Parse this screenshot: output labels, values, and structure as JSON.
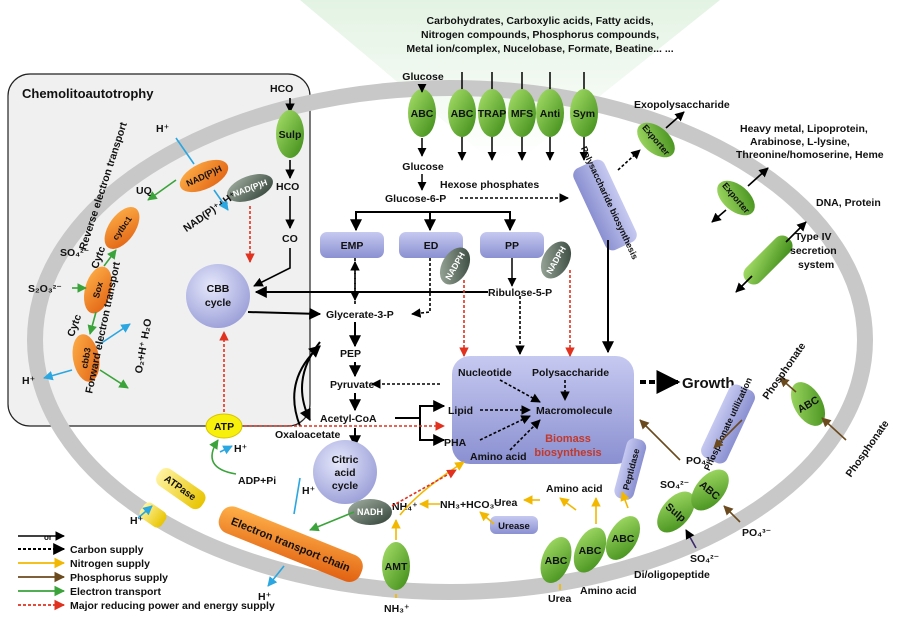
{
  "cell": {
    "chemolitho_title": "Chemolitoautotrophy",
    "substrates_line1": "Carbohydrates, Carboxylic acids, Fatty acids,",
    "substrates_line2": "Nitrogen compounds, Phosphorus compounds,",
    "substrates_line3": "Metal ion/complex, Nucelobase, Formate, Beatine... ..."
  },
  "transporters_top": [
    "ABC",
    "ABC",
    "TRAP",
    "MFS",
    "Anti",
    "Sym"
  ],
  "metabolites": {
    "glucose_out": "Glucose",
    "glucose_in": "Glucose",
    "hexose_p": "Hexose phosphates",
    "glucose6p": "Glucose-6-P",
    "emp": "EMP",
    "ed": "ED",
    "pp": "PP",
    "nadph": "NADPH",
    "ribulose": "Ribulose-5-P",
    "glycerate": "Glycerate-3-P",
    "pep": "PEP",
    "pyruvate": "Pyruvate",
    "acetylcoa": "Acetyl-CoA",
    "oxaloacetate": "Oxaloacetate",
    "citric1": "Citric",
    "citric2": "acid",
    "citric3": "cycle",
    "cbb1": "CBB",
    "cbb2": "cycle",
    "hco3": "HCO",
    "co2": "CO",
    "sulp": "Sulp",
    "nadph_ox": "NAD(P)H",
    "nadp_plus": "NAD(P)⁺+H⁺",
    "uq": "UQ",
    "cytbc1": "cytbc1",
    "sox": "Sox",
    "cytc": "Cytc",
    "cbb3": "cbb3",
    "so4": "SO₄²⁻",
    "s2o3": "S₂O₃²⁻",
    "o2h2o": "O₂+H⁺ H₂O",
    "hplus": "H⁺",
    "rev_et": "Reverse electron transport",
    "fwd_et": "Forward electron transport",
    "atp": "ATP",
    "adp": "ADP+Pi",
    "atpase": "ATPase",
    "etc": "Electron transport chain",
    "nadh": "NADH",
    "nh4": "NH₄⁺",
    "nh3hco3": "NH₃+HCO₃⁻",
    "urea": "Urea",
    "urease": "Urease",
    "amt": "AMT",
    "nh3": "NH₃⁺",
    "nucleotide": "Nucleotide",
    "polysacch": "Polysaccharide",
    "lipid": "Lipid",
    "macromolecule": "Macromolecule",
    "pha": "PHA",
    "aminoacid": "Amino acid",
    "biomass1": "Biomass",
    "biomass2": "biosynthesis",
    "growth": "Growth",
    "polysacch_bio": "Polysaccharide biosynthesis",
    "exopoly": "Exopolysaccharide",
    "exporter": "Exporter",
    "heavy1": "Heavy metal, Lipoprotein,",
    "heavy2": "Arabinose, L-lysine,",
    "heavy3": "Threonine/homoserine, Heme",
    "dna": "DNA, Protein",
    "t4ss1": "Type IV",
    "t4ss2": "secretion",
    "t4ss3": "system",
    "phosphonate": "Phosphonate",
    "phosphonate_util": "Phosphonate utilization",
    "po4": "PO₄³⁻",
    "so4b": "SO₄²⁻",
    "peptidase": "Peptidase",
    "abc": "ABC",
    "amino_acid_lbl": "Amino acid",
    "dioligo": "Di/oligopeptide",
    "urea_bottom": "Urea"
  },
  "legend": {
    "or": "or",
    "carbon": "Carbon supply",
    "nitrogen": "Nitrogen supply",
    "phosphorus": "Phosphorus supply",
    "electron": "Electron transport",
    "reducing": "Major reducing power and energy supply"
  },
  "colors": {
    "membrane": "#c8c8c8",
    "green_transporter": "#6ab82e",
    "purple_box": "#8f95d3",
    "carbon": "#000000",
    "nitrogen": "#f2b800",
    "phosphorus": "#6b4a1e",
    "electron": "#3aa33a",
    "reducing": "#e0321f",
    "hplus_arrow": "#2aa6e0"
  }
}
